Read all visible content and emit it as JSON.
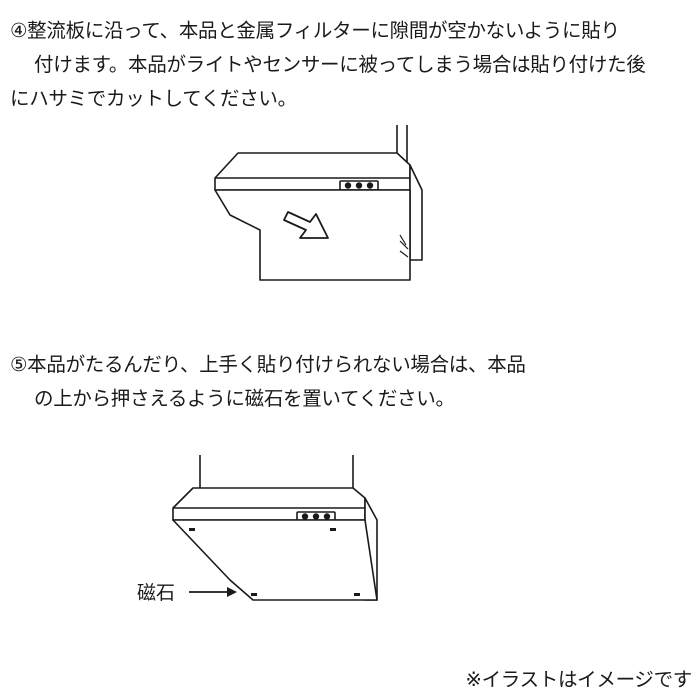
{
  "step4": {
    "line1": "④整流板に沿って、本品と金属フィルターに隙間が空かないように貼り",
    "line2": "付けます。本品がライトやセンサーに被ってしまう場合は貼り付けた後",
    "line3": "にハサミでカットしてください。"
  },
  "step5": {
    "line1": "⑤本品がたるんだり、上手く貼り付けられない場合は、本品",
    "line2": "の上から押さえるように磁石を置いてください。"
  },
  "illustration2": {
    "magnet_label": "磁石"
  },
  "footer": {
    "note": "※イラストはイメージです"
  }
}
